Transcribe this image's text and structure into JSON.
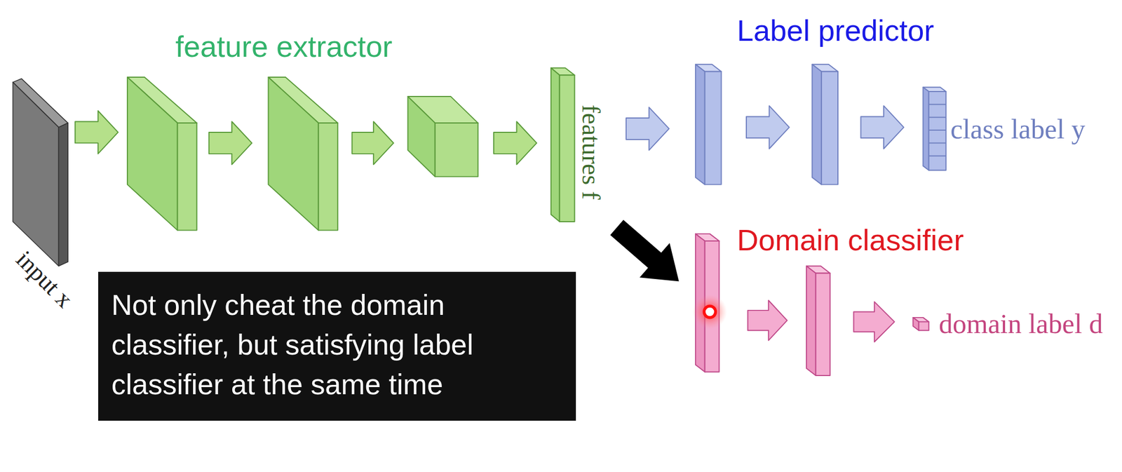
{
  "diagram": {
    "nodes": [
      {
        "text": [
          "Not only cheat the domain classifier, but satisfying label classifier at the same time"
        ]
      }
    ],
    "labels": [
      "feature extractor",
      "Label predictor",
      "Domain classifier",
      "input x",
      "features f",
      "class label y",
      "domain label d"
    ]
  }
}
